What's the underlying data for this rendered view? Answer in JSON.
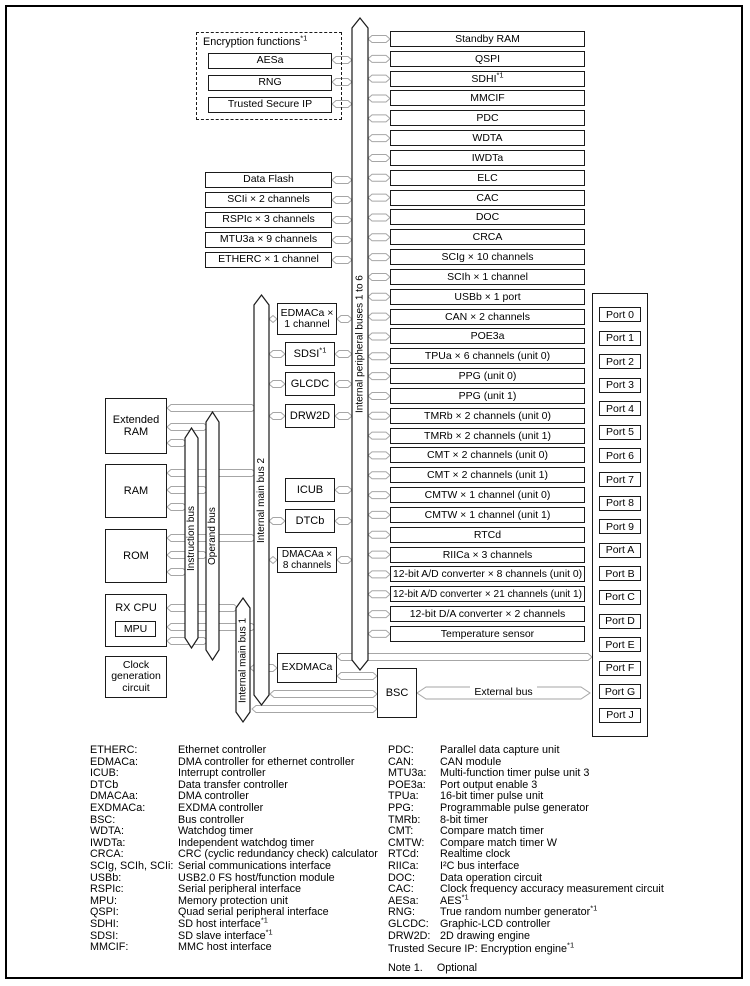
{
  "buses": {
    "peripheral": "Internal peripheral buses 1 to 6",
    "main2": "Internal main bus 2",
    "main1": "Internal main bus 1",
    "instruction": "Instruction bus",
    "operand": "Operand bus"
  },
  "encryption": {
    "title": "Encryption functions*1",
    "items": [
      "AESa",
      "RNG",
      "Trusted Secure IP"
    ]
  },
  "flash_group": [
    "Data Flash",
    "SCIi × 2 channels",
    "RSPIc × 3 channels",
    "MTU3a × 9 channels",
    "ETHERC × 1 channel"
  ],
  "memory": {
    "extended_ram": "Extended RAM",
    "ram": "RAM",
    "rom": "ROM",
    "cpu": "RX CPU",
    "mpu": "MPU",
    "clock": "Clock generation circuit"
  },
  "mid_modules": {
    "edmaca": "EDMACa × 1 channel",
    "sdsi": "SDSI*1",
    "glcdc": "GLCDC",
    "drw2d": "DRW2D",
    "icub": "ICUB",
    "dtcb": "DTCb",
    "dmacaa": "DMACAa × 8 channels",
    "exdmaca": "EXDMACa",
    "bsc": "BSC"
  },
  "external_bus": "External bus",
  "peripherals": [
    "Standby RAM",
    "QSPI",
    "SDHI*1",
    "MMCIF",
    "PDC",
    "WDTA",
    "IWDTa",
    "ELC",
    "CAC",
    "DOC",
    "CRCA",
    "SCIg × 10 channels",
    "SCIh × 1 channel",
    "USBb × 1 port",
    "CAN × 2 channels",
    "POE3a",
    "TPUa × 6 channels (unit 0)",
    "PPG (unit 0)",
    "PPG (unit 1)",
    "TMRb × 2 channels (unit 0)",
    "TMRb × 2 channels (unit 1)",
    "CMT × 2 channels (unit 0)",
    "CMT × 2 channels (unit 1)",
    "CMTW × 1 channel (unit 0)",
    "CMTW × 1 channel (unit 1)",
    "RTCd",
    "RIICa × 3 channels",
    "12-bit A/D converter × 8 channels (unit 0)",
    "12-bit A/D converter × 21 channels (unit 1)",
    "12-bit D/A converter × 2 channels",
    "Temperature sensor"
  ],
  "ports": [
    "Port 0",
    "Port 1",
    "Port 2",
    "Port 3",
    "Port 4",
    "Port 5",
    "Port 6",
    "Port 7",
    "Port 8",
    "Port 9",
    "Port A",
    "Port B",
    "Port C",
    "Port D",
    "Port E",
    "Port F",
    "Port G",
    "Port J"
  ],
  "legend": {
    "left": [
      {
        "t": "ETHERC:",
        "d": "Ethernet controller"
      },
      {
        "t": "EDMACa:",
        "d": "DMA controller for ethernet controller"
      },
      {
        "t": "ICUB:",
        "d": "Interrupt controller"
      },
      {
        "t": "DTCb",
        "d": "Data transfer controller"
      },
      {
        "t": "DMACAa:",
        "d": "DMA controller"
      },
      {
        "t": "EXDMACa:",
        "d": "EXDMA controller"
      },
      {
        "t": "BSC:",
        "d": "Bus controller"
      },
      {
        "t": "WDTA:",
        "d": "Watchdog timer"
      },
      {
        "t": "IWDTa:",
        "d": "Independent watchdog timer"
      },
      {
        "t": "CRCA:",
        "d": "CRC (cyclic redundancy check) calculator"
      },
      {
        "t": "SCIg, SCIh, SCIi:",
        "d": "Serial communications interface"
      },
      {
        "t": "USBb:",
        "d": "USB2.0 FS host/function module"
      },
      {
        "t": "RSPIc:",
        "d": "Serial peripheral interface"
      },
      {
        "t": "MPU:",
        "d": "Memory protection unit"
      },
      {
        "t": "QSPI:",
        "d": "Quad serial peripheral interface"
      },
      {
        "t": "SDHI:",
        "d": "SD host interface*1"
      },
      {
        "t": "SDSI:",
        "d": "SD slave interface*1"
      },
      {
        "t": "MMCIF:",
        "d": "MMC host interface"
      }
    ],
    "right": [
      {
        "t": "PDC:",
        "d": "Parallel data capture unit"
      },
      {
        "t": "CAN:",
        "d": "CAN module"
      },
      {
        "t": "MTU3a:",
        "d": "Multi-function timer pulse unit 3"
      },
      {
        "t": "POE3a:",
        "d": "Port output enable 3"
      },
      {
        "t": "TPUa:",
        "d": "16-bit timer pulse unit"
      },
      {
        "t": "PPG:",
        "d": "Programmable pulse generator"
      },
      {
        "t": "TMRb:",
        "d": "8-bit timer"
      },
      {
        "t": "CMT:",
        "d": "Compare match timer"
      },
      {
        "t": "CMTW:",
        "d": "Compare match timer W"
      },
      {
        "t": "RTCd:",
        "d": "Realtime clock"
      },
      {
        "t": "RIICa:",
        "d": "I²C bus interface"
      },
      {
        "t": "DOC:",
        "d": "Data operation circuit"
      },
      {
        "t": "CAC:",
        "d": "Clock frequency accuracy measurement circuit"
      },
      {
        "t": "AESa:",
        "d": "AES*1"
      },
      {
        "t": "RNG:",
        "d": "True random number generator*1"
      },
      {
        "t": "GLCDC:",
        "d": "Graphic-LCD controller"
      },
      {
        "t": "DRW2D:",
        "d": "2D drawing engine"
      }
    ],
    "trusted_row": "Trusted Secure IP: Encryption engine*1",
    "note_label": "Note 1.",
    "note_text": "Optional"
  }
}
